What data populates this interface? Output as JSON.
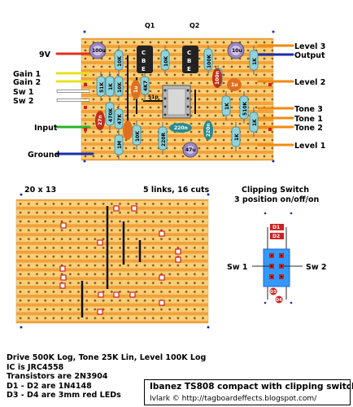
{
  "board": {
    "transistor_labels": [
      "Q1",
      "Q2"
    ],
    "left_connections": [
      "9V",
      "Gain 1",
      "Gain 2",
      "Sw 1",
      "Sw 2",
      "Input",
      "Ground"
    ],
    "right_connections": [
      "Level 3",
      "Output",
      "Level 2",
      "Tone 3",
      "Tone 1",
      "Tone 2",
      "Level 1"
    ],
    "component_values": {
      "elec_cap_100u_a": "100u",
      "elec_cap_100u_b": "10u",
      "r_10k_a": "10K",
      "r_10k_b": "10K",
      "r_10k_c": "10K",
      "r_1k_a": "1K",
      "r_1k_b": "1K",
      "r_1k_c": "1K",
      "r_1k_d": "1K",
      "r_51k": "51K",
      "r_4k7": "4K7",
      "r_470k": "470K",
      "r_47k": "47K",
      "r_1m": "1M",
      "r_10k_d": "10K",
      "r_220r": "220R",
      "r_100r": "100R",
      "r_100k": "100K",
      "r_510k": "510K",
      "r_1k_e": "1K",
      "film_27n": "27n",
      "film_100n": "100n",
      "film_220n_a": "220n",
      "film_220n_b": "220n",
      "film_1u": "1u",
      "elec_47u": "47u",
      "slp": "51p",
      "cbe_a": "C B E",
      "cbe_b": "C B E",
      "film_1u_b": "1u",
      "film_1u_c": "1u"
    }
  },
  "cut_view": {
    "size_label": "20 x 13",
    "links_label": "5 links, 16 cuts"
  },
  "clipping_switch": {
    "title_line1": "Clipping Switch",
    "title_line2": "3 position on/off/on",
    "diode_labels": [
      "D1",
      "D2",
      "D3",
      "D4"
    ],
    "sw1_label": "Sw 1",
    "sw2_label": "Sw 2"
  },
  "notes": [
    "Drive 500K Log, Tone 25K Lin, Level 100K Log",
    "IC is JRC4558",
    "Transistors are 2N3904",
    "D1 - D2 are 1N4148",
    "D3 - D4 are 3mm red LEDs"
  ],
  "title": {
    "main": "Ibanez TS808 compact with clipping switch",
    "credit": "Ivlark © http://tagboardeffects.blogspot.com/"
  },
  "colors": {
    "board": "#f2a23a",
    "strip": "#f7cf79",
    "hole": "#8b5a1a",
    "red_wire": "#e03020",
    "yellow_wire": "#e8e020",
    "blue_wire": "#1a2ea8",
    "green_wire": "#28b428",
    "orange_wire": "#f08a10",
    "switch_blue": "#3399ff"
  }
}
